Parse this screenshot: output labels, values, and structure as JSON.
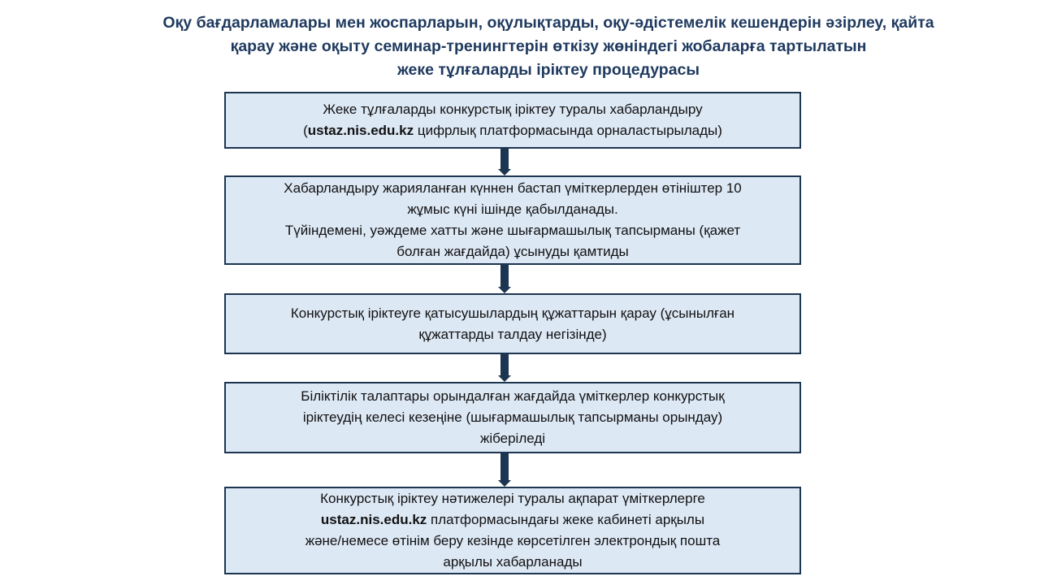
{
  "title": {
    "lines": [
      "Оқу бағдарламалары мен жоспарларын, оқулықтарды, оқу-әдістемелік кешендерін әзірлеу, қайта",
      "қарау және оқыту семинар-тренингтерін  өткізу жөніндегі жобаларға тартылатын",
      "жеке тұлғаларды іріктеу процедурасы"
    ]
  },
  "steps": [
    {
      "line1": "Жеке тұлғаларды конкурстық іріктеу туралы хабарландыру",
      "line2_pre": "(",
      "line2_bold": "ustaz.nis.edu.kz",
      "line2_post": " цифрлық платформасында орналастырылады)"
    },
    {
      "lines": [
        "Хабарландыру жарияланған күннен бастап үміткерлерден өтініштер 10",
        "жұмыс күні ішінде қабылданады.",
        "Түйіндемені, уәждеме хатты және шығармашылық тапсырманы (қажет",
        "болған жағдайда) ұсынуды қамтиды"
      ]
    },
    {
      "lines": [
        "Конкурстық іріктеуге қатысушылардың  құжаттарын қарау (ұсынылған",
        "құжаттарды талдау негізінде)"
      ]
    },
    {
      "lines": [
        "Біліктілік талаптары орындалған жағдайда үміткерлер конкурстық",
        "іріктеудің келесі кезеңіне (шығармашылық тапсырманы орындау)",
        "жіберіледі"
      ]
    },
    {
      "line1": "Конкурстық іріктеу нәтижелері туралы ақпарат үміткерлерге",
      "line2_bold": "ustaz.nis.edu.kz",
      "line2_post": " платформасындағы жеке кабинеті арқылы",
      "line3": "және/немесе өтінім беру кезінде көрсетілген электрондық пошта",
      "line4": "арқылы хабарланады"
    }
  ],
  "colors": {
    "title": "#1f3a5f",
    "box_fill": "#dde8f5",
    "border": "#1c3550"
  }
}
